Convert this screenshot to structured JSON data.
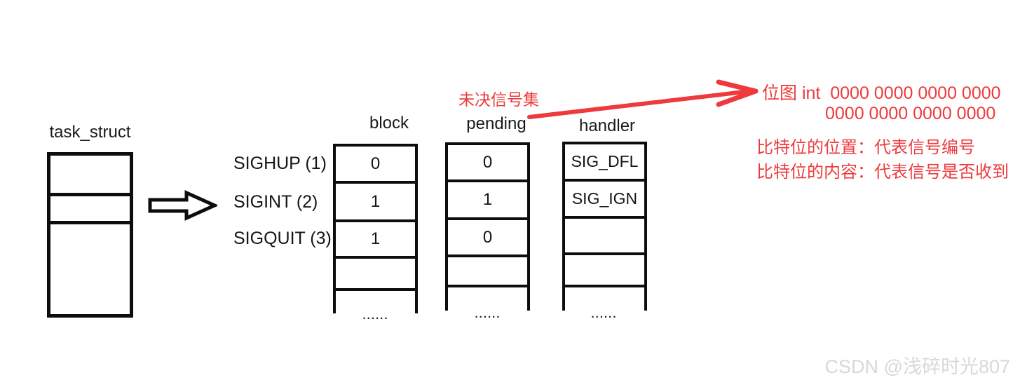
{
  "diagram": {
    "task_struct": {
      "label": "task_struct"
    },
    "signal_rows": [
      {
        "label": "SIGHUP (1)"
      },
      {
        "label": "SIGINT (2)"
      },
      {
        "label": "SIGQUIT (3)"
      }
    ],
    "columns": [
      {
        "id": "block",
        "header": "block",
        "cells": [
          "0",
          "1",
          "1",
          "",
          ""
        ],
        "ellipsis": "......"
      },
      {
        "id": "pending",
        "header": "pending",
        "cells": [
          "0",
          "1",
          "0",
          "",
          ""
        ],
        "ellipsis": "......"
      },
      {
        "id": "handler",
        "header": "handler",
        "cells": [
          "SIG_DFL",
          "SIG_IGN",
          "",
          "",
          ""
        ],
        "ellipsis": "......"
      }
    ],
    "annotations": {
      "pending_set_label": "未决信号集",
      "bitmap_line1": "位图 int  0000 0000 0000 0000",
      "bitmap_line2": "0000 0000 0000 0000",
      "note_position": "比特位的位置：代表信号编号",
      "note_content": "比特位的内容：代表信号是否收到"
    },
    "icons": {
      "big_right_arrow": "block-right-arrow-icon",
      "red_annotation_arrow": "red-right-arrow-icon"
    },
    "colors": {
      "annotation_red": "#ee3a3c",
      "ink_black": "#0d0d0d",
      "watermark_gray": "#d8d8d8",
      "background": "#ffffff"
    }
  },
  "watermark": {
    "text": "CSDN @浅碎时光807"
  }
}
